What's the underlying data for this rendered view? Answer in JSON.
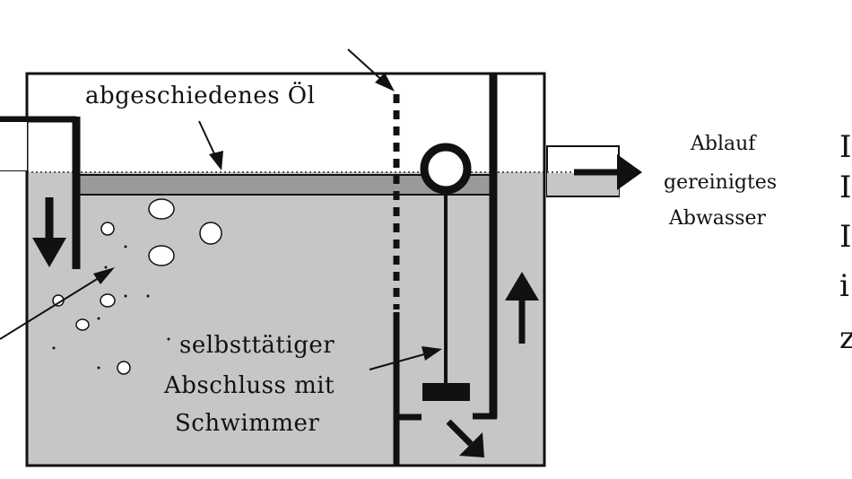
{
  "labels": {
    "oil": "abgeschiedenes Öl",
    "valve_line1": "selbsttätiger",
    "valve_line2": "Abschluss mit",
    "valve_line3": "Schwimmer",
    "outlet_line1": "Ablauf",
    "outlet_line2": "gereinigtes",
    "outlet_line3": "Abwasser"
  },
  "edge_text": [
    "I",
    "I",
    "I",
    "i",
    "z"
  ],
  "colors": {
    "water": "#c6c6c6",
    "oil_layer": "#9a9a9a",
    "outline": "#111111",
    "background": "#ffffff"
  }
}
